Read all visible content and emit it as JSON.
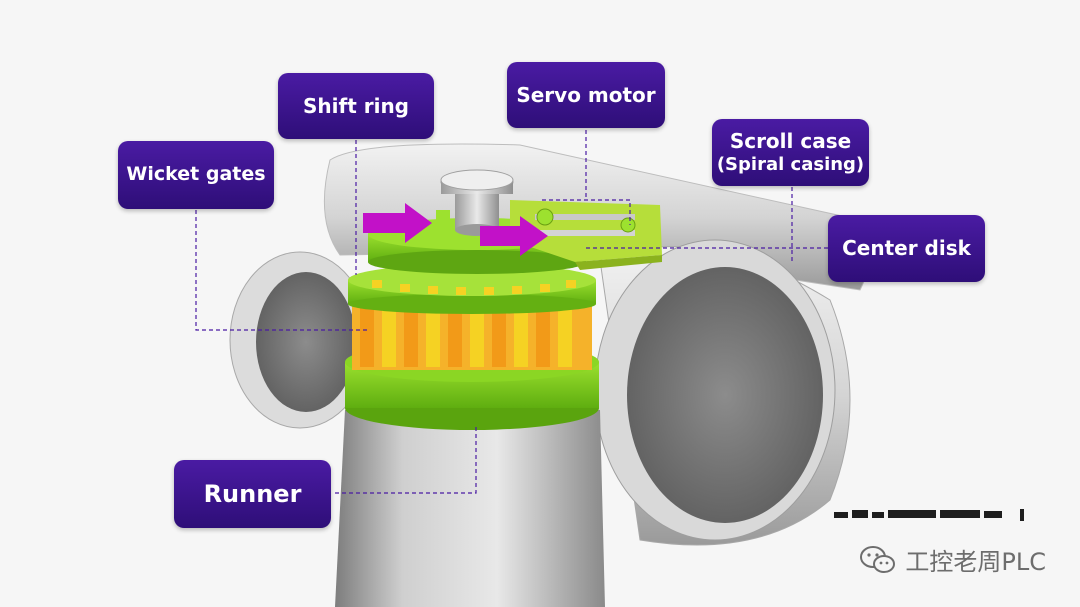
{
  "labels": {
    "shift_ring": "Shift ring",
    "servo_motor": "Servo motor",
    "wicket_gates": "Wicket gates",
    "scroll_case": "Scroll case",
    "scroll_case_sub": "(Spiral casing)",
    "center_disk": "Center disk",
    "runner": "Runner"
  },
  "watermark": {
    "text": "工控老周PLC",
    "icon": "wechat-icon"
  },
  "colors": {
    "label_bg": "#3a128c",
    "green": "#7dcf1a",
    "yellow": "#f5d223",
    "orange": "#f29a18",
    "magenta": "#c211c8",
    "pipe": "#d9d9d9"
  }
}
